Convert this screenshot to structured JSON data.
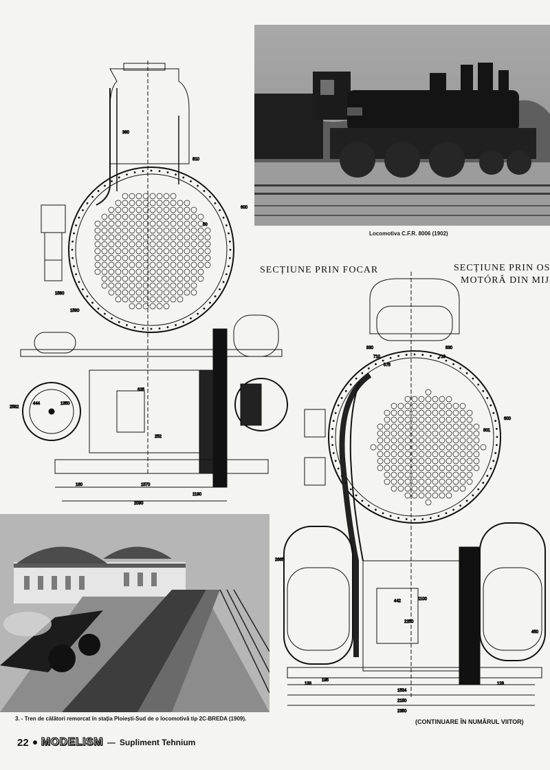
{
  "photos": {
    "top_caption": "Locomotiva C.F.R. 8006 (1902)",
    "bottom_caption": "3. - Tren de călători remorcat în stația Ploiești-Sud de o locomotivă tip 2C-BREDA (1909)."
  },
  "sections": {
    "left_title": "SECȚIUNE PRIN FOCAR",
    "right_title_line1": "SECȚIUNE PRIN OSI",
    "right_title_line2": "MOTÓRĂ DIN MIJLO"
  },
  "continuation_note": "(CONTINUARE ÎN NUMĂRUL VIITOR)",
  "footer": {
    "page_number": "22",
    "magazine": "MODELISM",
    "separator": "—",
    "supplement": "Supliment Tehnium"
  },
  "dimensions_left": {
    "d380": "380",
    "d810": "810",
    "d600": "600",
    "d1590": "1590",
    "d1580": "1580",
    "d625": "625",
    "d444": "444",
    "d1350": "1350",
    "d252": "252",
    "d160": "160",
    "d1570": "1570",
    "d1180": "1180",
    "d2090": "2090",
    "d2582": "2582",
    "d50": "50"
  },
  "dimensions_right": {
    "d830a": "830",
    "d830b": "830",
    "d710a": "710",
    "d710b": "710",
    "d575": "575",
    "d600": "600",
    "d801": "801",
    "d442": "442",
    "d2250": "2250",
    "d1100": "1100",
    "d2665": "2665",
    "d1534": "1534",
    "d2150": "2150",
    "d2350": "2350",
    "d133": "133",
    "d128": "128",
    "d195": "195",
    "d450": "450"
  }
}
